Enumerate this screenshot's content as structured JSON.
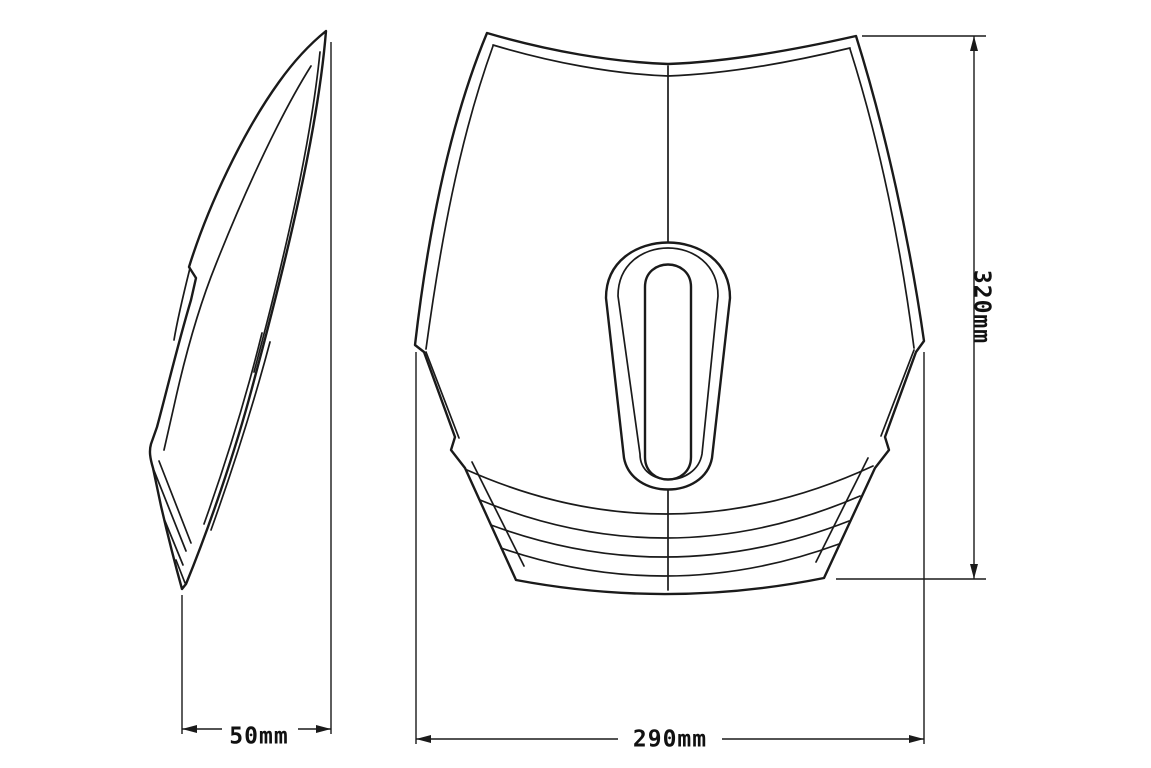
{
  "drawing": {
    "type": "technical-drawing",
    "background_color": "#ffffff",
    "line_color": "#1a1a1a",
    "text_color": "#111111",
    "dimensions": {
      "depth_label": "50mm",
      "width_label": "290mm",
      "height_label": "320mm"
    }
  }
}
